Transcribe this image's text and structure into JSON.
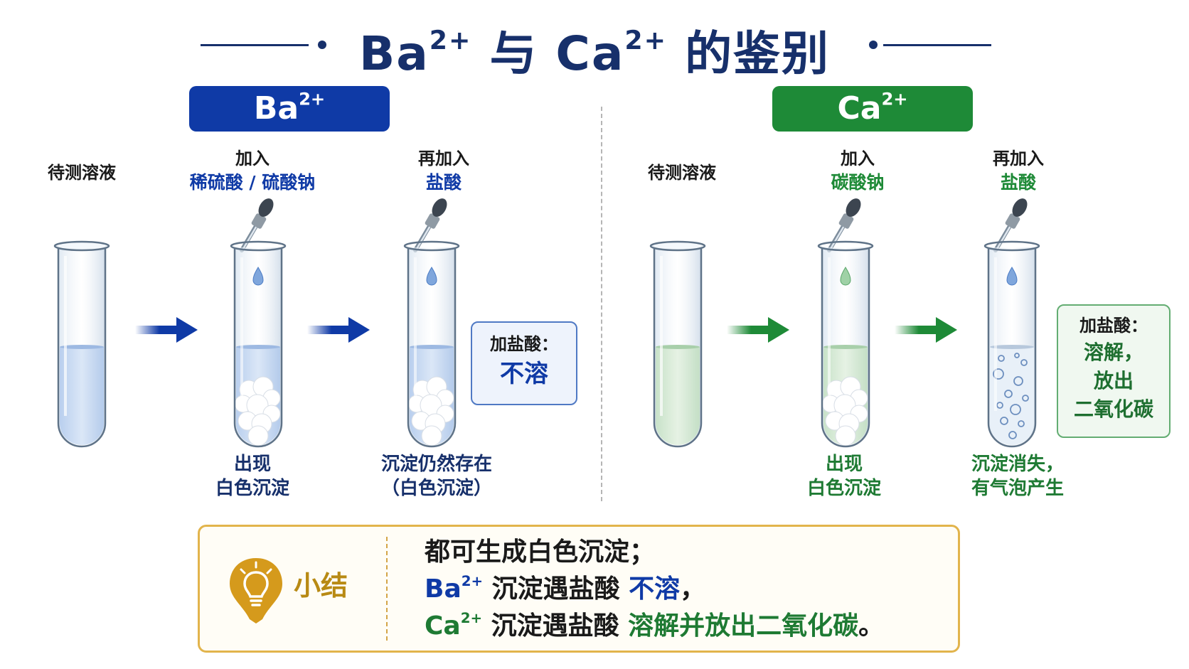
{
  "title": {
    "ion_a": "Ba",
    "sup_a": "2+",
    "connector": "与",
    "ion_b": "Ca",
    "sup_b": "2+",
    "suffix": "的鉴别"
  },
  "colors": {
    "ba_accent": "#0f3aa6",
    "ca_accent": "#1e8a37",
    "title": "#17306b",
    "summary_border": "#e2b44c",
    "summary_label": "#b88a14"
  },
  "ba": {
    "header": {
      "ion": "Ba",
      "sup": "2+"
    },
    "step1": {
      "label": "待测溶液"
    },
    "step2": {
      "label": "加入",
      "reagent": "稀硫酸 / 硫酸钠",
      "observation_line1": "出现",
      "observation_line2": "白色沉淀"
    },
    "step3": {
      "label": "再加入",
      "reagent": "盐酸",
      "observation_line1": "沉淀仍然存在",
      "observation_line2": "（白色沉淀）"
    },
    "note": {
      "title": "加盐酸：",
      "result": "不溶"
    }
  },
  "ca": {
    "header": {
      "ion": "Ca",
      "sup": "2+"
    },
    "step1": {
      "label": "待测溶液"
    },
    "step2": {
      "label": "加入",
      "reagent": "碳酸钠",
      "observation_line1": "出现",
      "observation_line2": "白色沉淀"
    },
    "step3": {
      "label": "再加入",
      "reagent": "盐酸",
      "observation_line1": "沉淀消失，",
      "observation_line2": "有气泡产生"
    },
    "note": {
      "title": "加盐酸：",
      "line1": "溶解，",
      "line2": "放出",
      "line3": "二氧化碳"
    }
  },
  "summary": {
    "label": "小结",
    "icon": "lightbulb-icon",
    "line1": "都可生成白色沉淀；",
    "line2": {
      "ion": "Ba",
      "sup": "2+",
      "text": " 沉淀遇盐酸 ",
      "highlight": "不溶",
      "end": "，"
    },
    "line3": {
      "ion": "Ca",
      "sup": "2+",
      "text": " 沉淀遇盐酸 ",
      "highlight": "溶解并放出二氧化碳",
      "end": "。"
    }
  }
}
